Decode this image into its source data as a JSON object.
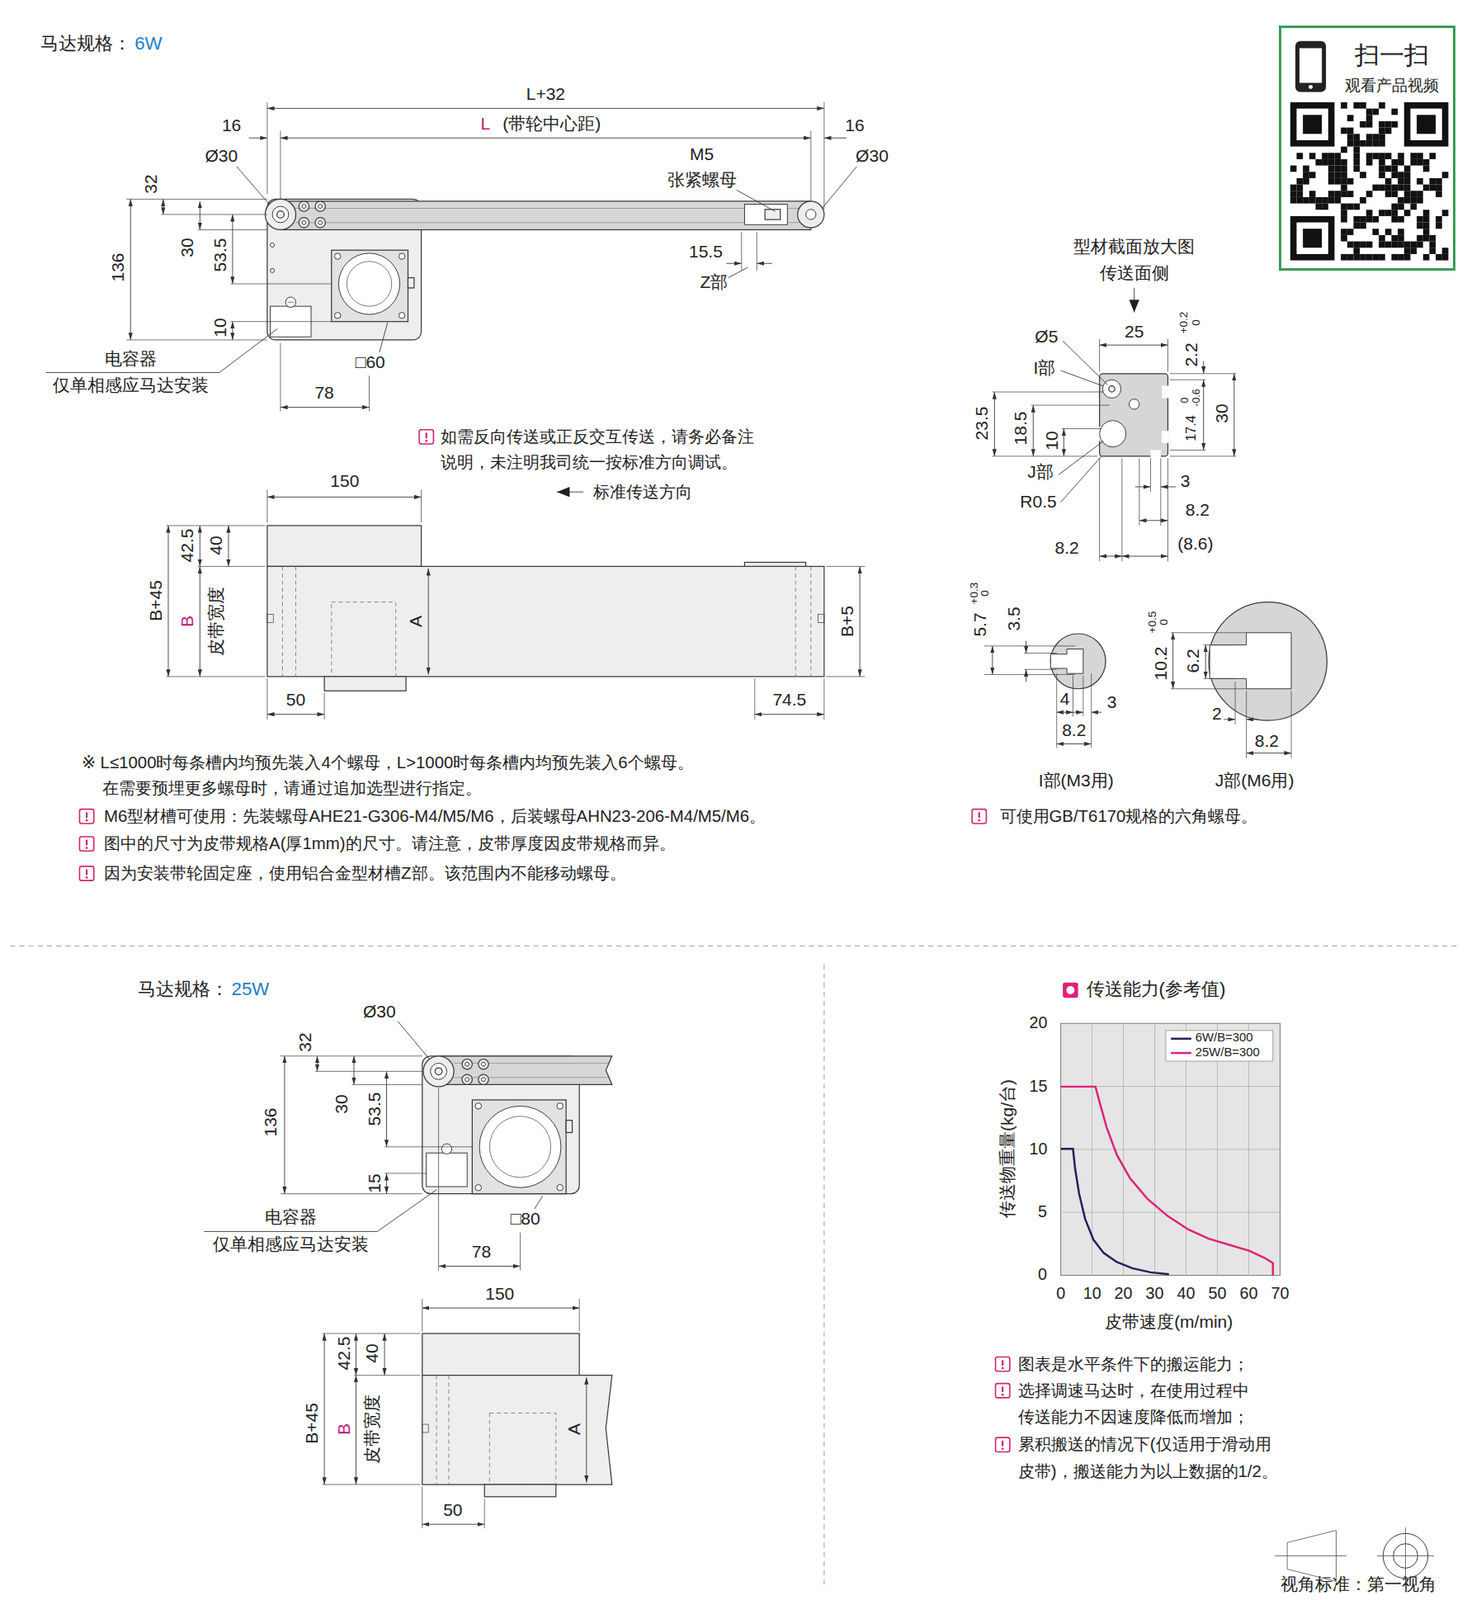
{
  "diagram": {
    "nodes": [
      {
        "text": [
          "扫一扫",
          "观看产品视频"
        ]
      }
    ],
    "labels": [
      "马达规格：",
      "6W",
      "L+32",
      "16",
      "L",
      "(带轮中心距)",
      "16",
      "Ø30",
      "M5",
      "张紧螺母",
      "Ø30",
      "32",
      "30",
      "136",
      "53.5",
      "10",
      "15.5",
      "Z部",
      "电容器",
      "仅单相感应马达安装",
      "□60",
      "78",
      "如需反向传送或正反交互传送，请务必备注 说明，未注明我司统一按标准方向调试。",
      "标准传送方向",
      "150",
      "42.5",
      "40",
      "B+45",
      "B",
      "皮带宽度",
      "A",
      "B+5",
      "50",
      "74.5",
      "※ L≤1000时每条槽内均预先装入4个螺母，L>1000时每条槽内均预先装入6个螺母。 在需要预埋更多螺母时，请通过追加选型进行指定。",
      "M6型材槽可使用：先装螺母AHE21-G306-M4/M5/M6，后装螺母AHN23-206-M4/M5/M6。",
      "图中的尺寸为皮带规格A(厚1mm)的尺寸。请注意，皮带厚度因皮带规格而异。",
      "因为安装带轮固定座，使用铝合金型材槽Z部。该范围内不能移动螺母。",
      "型材截面放大图 传送面侧",
      "Ø5",
      "25",
      "2.2",
      "+0.2",
      "0",
      "I部",
      "23.5",
      "18.5",
      "10",
      "30",
      "17.4",
      "0",
      "-0.6",
      "J部",
      "R0.5",
      "3",
      "8.2",
      "8.2",
      "(8.6)",
      "5.7",
      "+0.3",
      "0",
      "3.5",
      "4",
      "3",
      "8.2",
      "I部(M3用)",
      "10.2",
      "+0.5",
      "0",
      "6.2",
      "2",
      "8.2",
      "J部(M6用)",
      "可使用GB/T6170规格的六角螺母。",
      "马达规格：",
      "25W",
      "Ø30",
      "32",
      "30",
      "136",
      "53.5",
      "15",
      "电容器",
      "仅单相感应马达安装",
      "□80",
      "78",
      "150",
      "42.5",
      "40",
      "B+45",
      "B",
      "皮带宽度",
      "A",
      "50",
      "传送能力(参考值)",
      "传送物重量(kg/台)",
      "20",
      "15",
      "10",
      "5",
      "0",
      "0",
      "10",
      "20",
      "30",
      "40",
      "50",
      "60",
      "70",
      "皮带速度(m/min)",
      "图表是水平条件下的搬运能力；",
      "选择调速马达时，在使用过程中 传送能力不因速度降低而增加；",
      "累积搬送的情况下(仅适用于滑动用 皮带)，搬送能力为以上数据的1/2。",
      "视角标准：第一视角"
    ],
    "legend": [
      {
        "text": "6W/B=300"
      },
      {
        "text": "25W/B=300"
      }
    ]
  }
}
